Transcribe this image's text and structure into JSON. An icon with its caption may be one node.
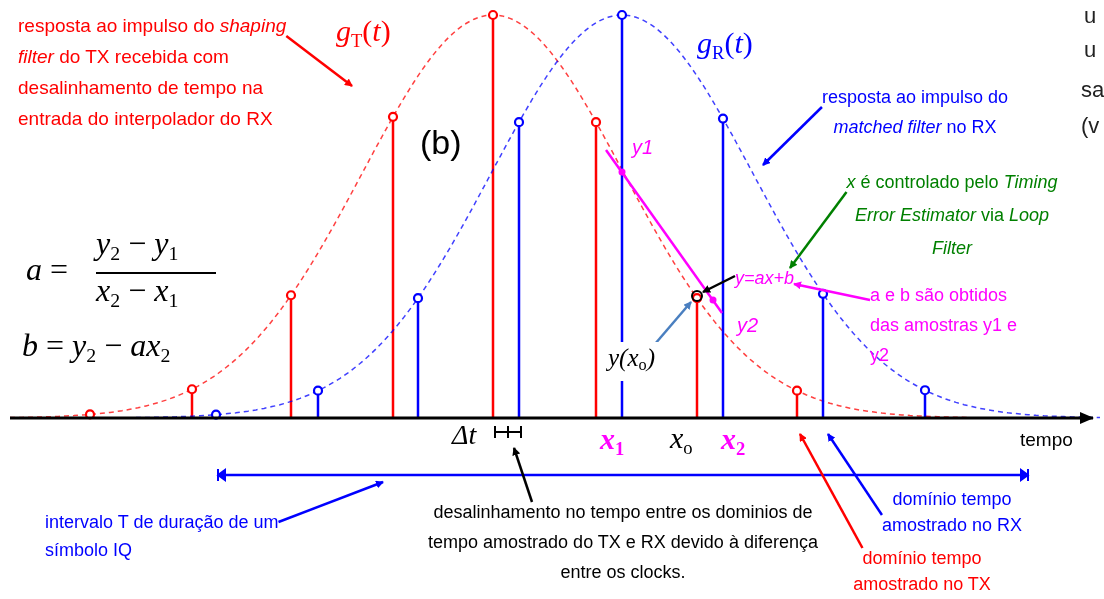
{
  "diagram": {
    "nodes": [
      {
        "text": [
          "resposta ao impulso do *shaping filter* do TX recebida com desalinhamento de tempo na entrada do interpolador do RX"
        ]
      },
      {
        "text": [
          "resposta ao impulso do *matched filter* no RX"
        ]
      },
      {
        "text": [
          "*x* é controlado pelo *Timing Error Estimator* via *Loop Filter*"
        ]
      },
      {
        "text": [
          "a e b são obtidos das amostras y1 e y2"
        ]
      },
      {
        "text": [
          "y(x$_{o}$)"
        ]
      },
      {
        "text": [
          "y=ax+b"
        ]
      },
      {
        "text": [
          "intervalo T de duração de um símbolo IQ"
        ]
      },
      {
        "text": [
          "desalinhamento no tempo entre os dominios de tempo amostrado do TX e RX devido à diferença entre os clocks."
        ]
      },
      {
        "text": [
          "domínio tempo amostrado no RX"
        ]
      },
      {
        "text": [
          "domínio tempo amostrado no TX"
        ]
      },
      {
        "text": [],
        "shape": "circle"
      }
    ],
    "edges": [
      {
        "from": 0,
        "to": null,
        "arrow": "to",
        "color": "#ff0000"
      },
      {
        "from": 1,
        "to": null,
        "arrow": "to",
        "color": "#0000ff"
      },
      {
        "from": 2,
        "to": 5,
        "arrow": "to",
        "color": "#008000"
      },
      {
        "from": 3,
        "to": 5,
        "arrow": "to",
        "color": "#ff00ff"
      },
      {
        "from": 4,
        "to": 10,
        "arrow": "to",
        "color": "#4a7fc0"
      },
      {
        "from": 5,
        "to": 10,
        "arrow": "to",
        "color": "#000000"
      },
      {
        "from": 6,
        "to": null,
        "arrow": "to",
        "color": "#0000ff"
      },
      {
        "from": 7,
        "to": null,
        "arrow": "to",
        "color": "#000000"
      },
      {
        "from": 8,
        "to": null,
        "arrow": "to",
        "color": "#0000ff"
      },
      {
        "from": 9,
        "to": null,
        "arrow": "to",
        "color": "#ff0000"
      }
    ],
    "labels": [
      "*g*$_{T}$(*t*)",
      "*g*$_{R}$(*t*)",
      "u",
      "u",
      "sa",
      "(v",
      "(b)",
      "y1",
      "*a* =",
      "*y*$_{2}$ − *y*$_{1}$",
      "*x*$_{2}$ − *x*$_{1}$",
      "*b* = *y*$_{2}$ − *ax*$_{2}$",
      "y2",
      "Δt",
      "x$_{1}$",
      "x$_{o}$",
      "x$_{2}$",
      "tempo"
    ]
  }
}
